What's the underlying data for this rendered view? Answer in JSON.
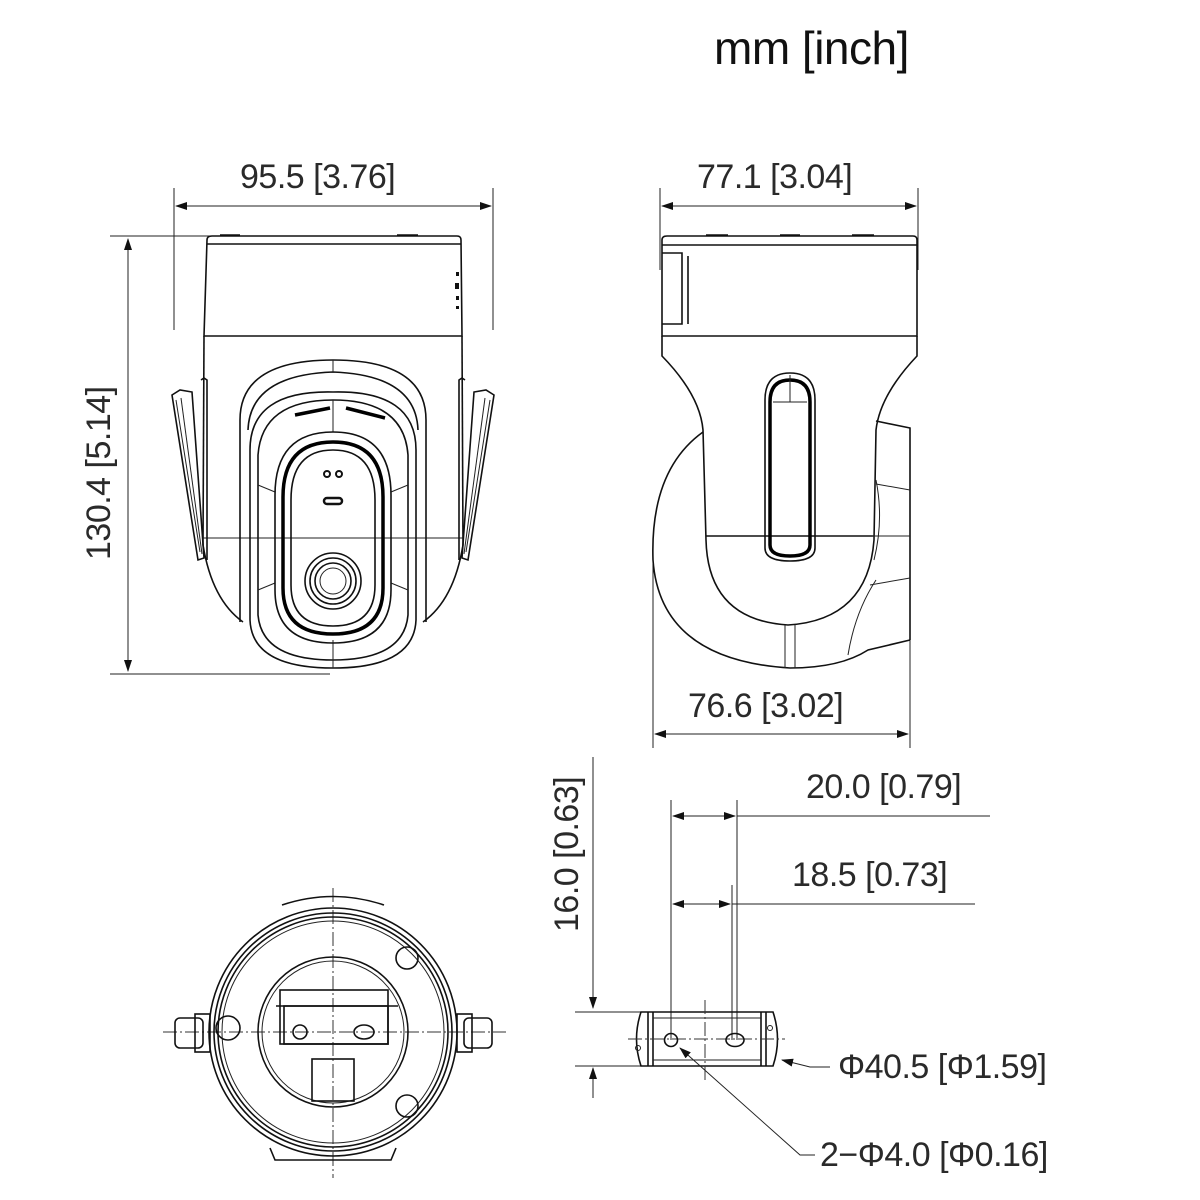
{
  "units": {
    "label": "mm [inch]"
  },
  "front_view": {
    "width_label": "95.5 [3.76]",
    "height_label": "130.4 [5.14]"
  },
  "side_view": {
    "top_width_label": "77.1 [3.04]",
    "bottom_width_label": "76.6 [3.02]"
  },
  "bracket_view": {
    "height_label": "16.0 [0.63]",
    "hole_spacing_outer_label": "20.0 [0.79]",
    "hole_spacing_inner_label": "18.5 [0.73]",
    "diameter_label": "Φ40.5 [Φ1.59]",
    "holes_label": "2−Φ4.0 [Φ0.16]"
  },
  "colors": {
    "line": "#111111",
    "text": "#2a2a2a",
    "background": "#ffffff"
  }
}
